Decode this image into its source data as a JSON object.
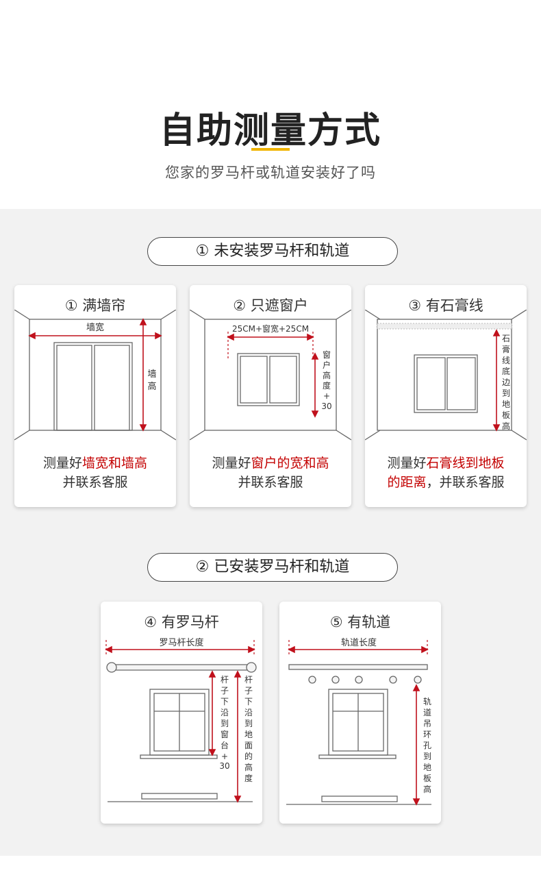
{
  "header": {
    "title": "自助测量方式",
    "subtitle": "您家的罗马杆或轨道安装好了吗"
  },
  "section1": {
    "label": "① 未安装罗马杆和轨道",
    "cards": [
      {
        "title": "① 满墙帘",
        "width_label": "墙宽",
        "height_label": [
          "墙",
          "高"
        ],
        "text_prefix": "测量好",
        "text_red": "墙宽和墙高",
        "text_line2": "并联系客服"
      },
      {
        "title": "② 只遮窗户",
        "width_label": "25CM+窗宽+25CM",
        "height_label": [
          "窗",
          "户",
          "高",
          "度",
          "+",
          "30"
        ],
        "text_prefix": "测量好",
        "text_red": "窗户的宽和高",
        "text_line2": "并联系客服"
      },
      {
        "title": "③ 有石膏线",
        "height_label": [
          "石",
          "膏",
          "线",
          "底",
          "边",
          "到",
          "地",
          "板",
          "高"
        ],
        "text_prefix": "测量好",
        "text_red": "石膏线到地板",
        "text_red2": "的距离",
        "text_line2_rest": "，并联系客服"
      }
    ]
  },
  "section2": {
    "label": "② 已安装罗马杆和轨道",
    "cards": [
      {
        "title": "④ 有罗马杆",
        "width_label": "罗马杆长度",
        "label_a": [
          "杆",
          "子",
          "下",
          "沿",
          "到",
          "窗",
          "台",
          "+",
          "30"
        ],
        "label_b": [
          "杆",
          "子",
          "下",
          "沿",
          "到",
          "地",
          "面",
          "的",
          "高",
          "度"
        ]
      },
      {
        "title": "⑤ 有轨道",
        "width_label": "轨道长度",
        "label_a": [
          "轨",
          "道",
          "吊",
          "环",
          "孔",
          "到",
          "地",
          "板",
          "高"
        ]
      }
    ]
  },
  "colors": {
    "accent": "#f0b400",
    "red": "#c30000",
    "arrow": "#c0111c",
    "background": "#f2f2f2"
  }
}
